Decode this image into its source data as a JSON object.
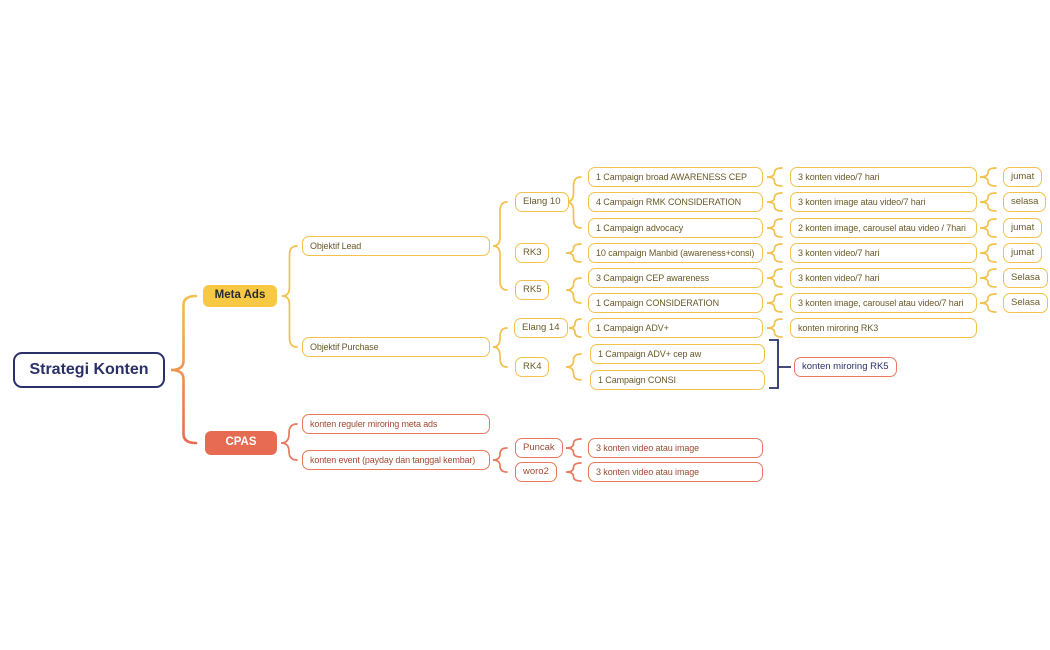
{
  "colors": {
    "amber": "#F2C14E",
    "amberFill": "#F7C843",
    "amberText": "#6A5A28",
    "salmon": "#E87961",
    "salmonFill": "#E76B53",
    "salmonText": "#A34A35",
    "navy": "#2A3068"
  },
  "root": {
    "label": "Strategi Konten"
  },
  "meta_ads": {
    "label": "Meta Ads",
    "objectives": [
      {
        "label": "Objektif Lead",
        "groups": [
          {
            "label": "Elang 10",
            "rows": [
              {
                "campaign": "1 Campaign broad AWARENESS CEP",
                "konten": "3 konten video/7 hari",
                "day": "jumat"
              },
              {
                "campaign": "4 Campaign RMK CONSIDERATION",
                "konten": "3 konten image atau video/7 hari",
                "day": "selasa"
              },
              {
                "campaign": "1 Campaign advocacy",
                "konten": "2 konten image, carousel atau video / 7hari",
                "day": "jumat"
              }
            ]
          },
          {
            "label": "RK3",
            "rows": [
              {
                "campaign": "10 campaign Manbid (awareness+consi)",
                "konten": "3 konten video/7 hari",
                "day": "jumat"
              }
            ]
          },
          {
            "label": "RK5",
            "rows": [
              {
                "campaign": "3 Campaign CEP awareness",
                "konten": "3 konten video/7 hari",
                "day": "Selasa"
              },
              {
                "campaign": "1 Campaign CONSIDERATION",
                "konten": "3 konten image, carousel atau video/7 hari",
                "day": "Selasa"
              }
            ]
          }
        ]
      },
      {
        "label": "Objektif Purchase",
        "groups": [
          {
            "label": "Elang 14",
            "rows": [
              {
                "campaign": "1 Campaign ADV+",
                "konten": "konten miroring RK3"
              }
            ]
          },
          {
            "label": "RK4",
            "rows": [
              {
                "campaign": "1 Campaign ADV+ cep aw"
              },
              {
                "campaign": "1 Campaign CONSI"
              }
            ],
            "note": "konten miroring RK5"
          }
        ]
      }
    ]
  },
  "cpas": {
    "label": "CPAS",
    "items": [
      {
        "label": "konten reguler miroring meta ads"
      },
      {
        "label": "konten event (payday dan tanggal kembar)",
        "groups": [
          {
            "label": "Puncak",
            "konten": "3 konten video atau image"
          },
          {
            "label": "woro2",
            "konten": "3 konten video atau image"
          }
        ]
      }
    ]
  }
}
